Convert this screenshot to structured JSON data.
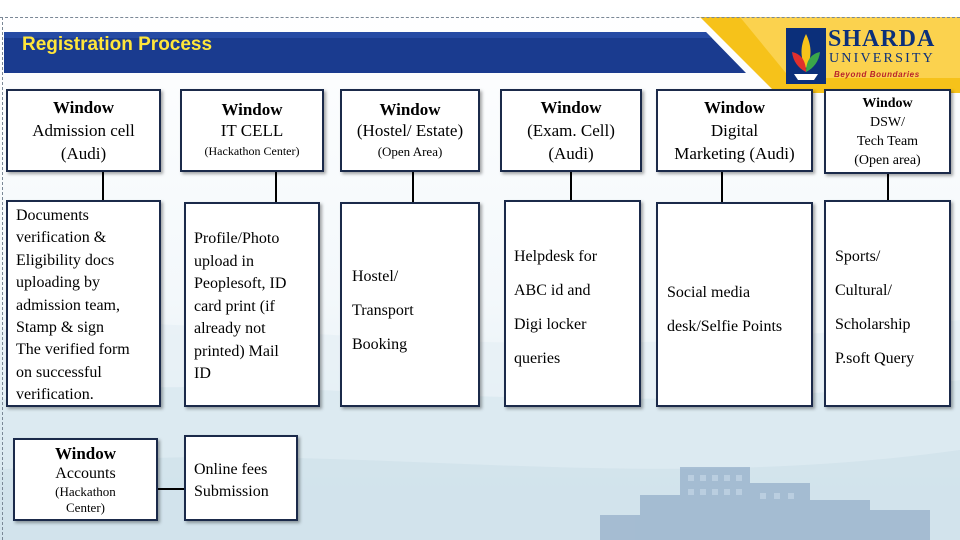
{
  "slide": {
    "title": "Registration Process",
    "logo": {
      "word": "SHARDA",
      "sub": "UNIVERSITY",
      "tagline": "Beyond Boundaries"
    },
    "colors": {
      "banner": "#1a3b8f",
      "accent_yellow": "#f6c21a",
      "title_text": "#ffe63a",
      "box_border": "#1b2a4a"
    }
  },
  "windows": [
    {
      "id": "admission",
      "header": [
        "Window",
        "Admission cell",
        "(Audi)"
      ],
      "body": [
        "Documents",
        "verification  &",
        "Eligibility  docs",
        "uploading by",
        "admission team,",
        "Stamp & sign",
        "The verified form",
        "on successful",
        "verification."
      ]
    },
    {
      "id": "it-cell",
      "header": [
        "Window",
        "IT CELL",
        "(Hackathon Center)"
      ],
      "body": [
        "Profile/Photo",
        "upload in",
        "Peoplesoft, ID",
        "card print (if",
        "already  not",
        "printed) Mail",
        "ID"
      ]
    },
    {
      "id": "hostel",
      "header": [
        "Window",
        "(Hostel/ Estate)",
        "(Open Area)"
      ],
      "body": [
        "Hostel/",
        "Transport",
        "Booking"
      ]
    },
    {
      "id": "exam",
      "header": [
        "Window",
        "(Exam. Cell)",
        "(Audi)"
      ],
      "body": [
        "Helpdesk for",
        "ABC id and",
        "Digi locker",
        "queries"
      ]
    },
    {
      "id": "digital",
      "header": [
        "Window",
        "Digital",
        "Marketing  (Audi)"
      ],
      "body": [
        "Social media",
        "desk/Selfie Points"
      ]
    },
    {
      "id": "dsw",
      "header": [
        "Window",
        "DSW/",
        "Tech Team",
        "(Open area)"
      ],
      "body": [
        "Sports/",
        "Cultural/",
        "Scholarship",
        "P.soft Query"
      ]
    },
    {
      "id": "accounts",
      "header": [
        "Window",
        "Accounts",
        "(Hackathon",
        "Center)"
      ],
      "body": [
        "Online fees",
        "Submission"
      ]
    }
  ]
}
